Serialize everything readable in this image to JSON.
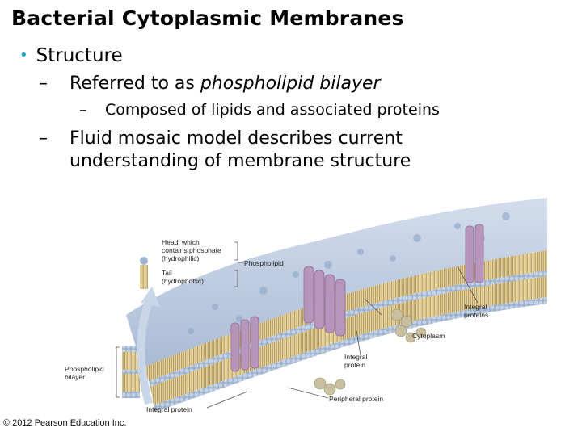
{
  "slide": {
    "title": "Bacterial Cytoplasmic Membranes",
    "bullet1": "Structure",
    "sub1_prefix": "Referred to as ",
    "sub1_italic": "phospholipid bilayer",
    "subsub1": "Composed of lipids and associated proteins",
    "sub2_line1": "Fluid mosaic model describes current",
    "sub2_line2": "understanding of membrane structure",
    "dash": "–"
  },
  "figure": {
    "labels": {
      "head": "Head, which\ncontains phosphate\n(hydrophilic)",
      "tail": "Tail\n(hydrophobic)",
      "phospholipid": "Phospholipid",
      "bilayer": "Phospholipid\nbilayer",
      "integral_proteins": "Integral\nproteins",
      "cytoplasm": "Cytoplasm",
      "integral_protein_mid": "Integral\nprotein",
      "peripheral_protein": "Peripheral protein",
      "integral_protein_bottom": "Integral protein",
      "small_copyright": "© 2012 Pearson Education, Inc."
    },
    "colors": {
      "head_blue": "#b7c8df",
      "tail_tan": "#c9b27a",
      "protein_purple": "#b48fb8",
      "peripheral_tan": "#c3b99a"
    }
  },
  "footer": {
    "copyright": "© 2012 Pearson Education Inc."
  }
}
